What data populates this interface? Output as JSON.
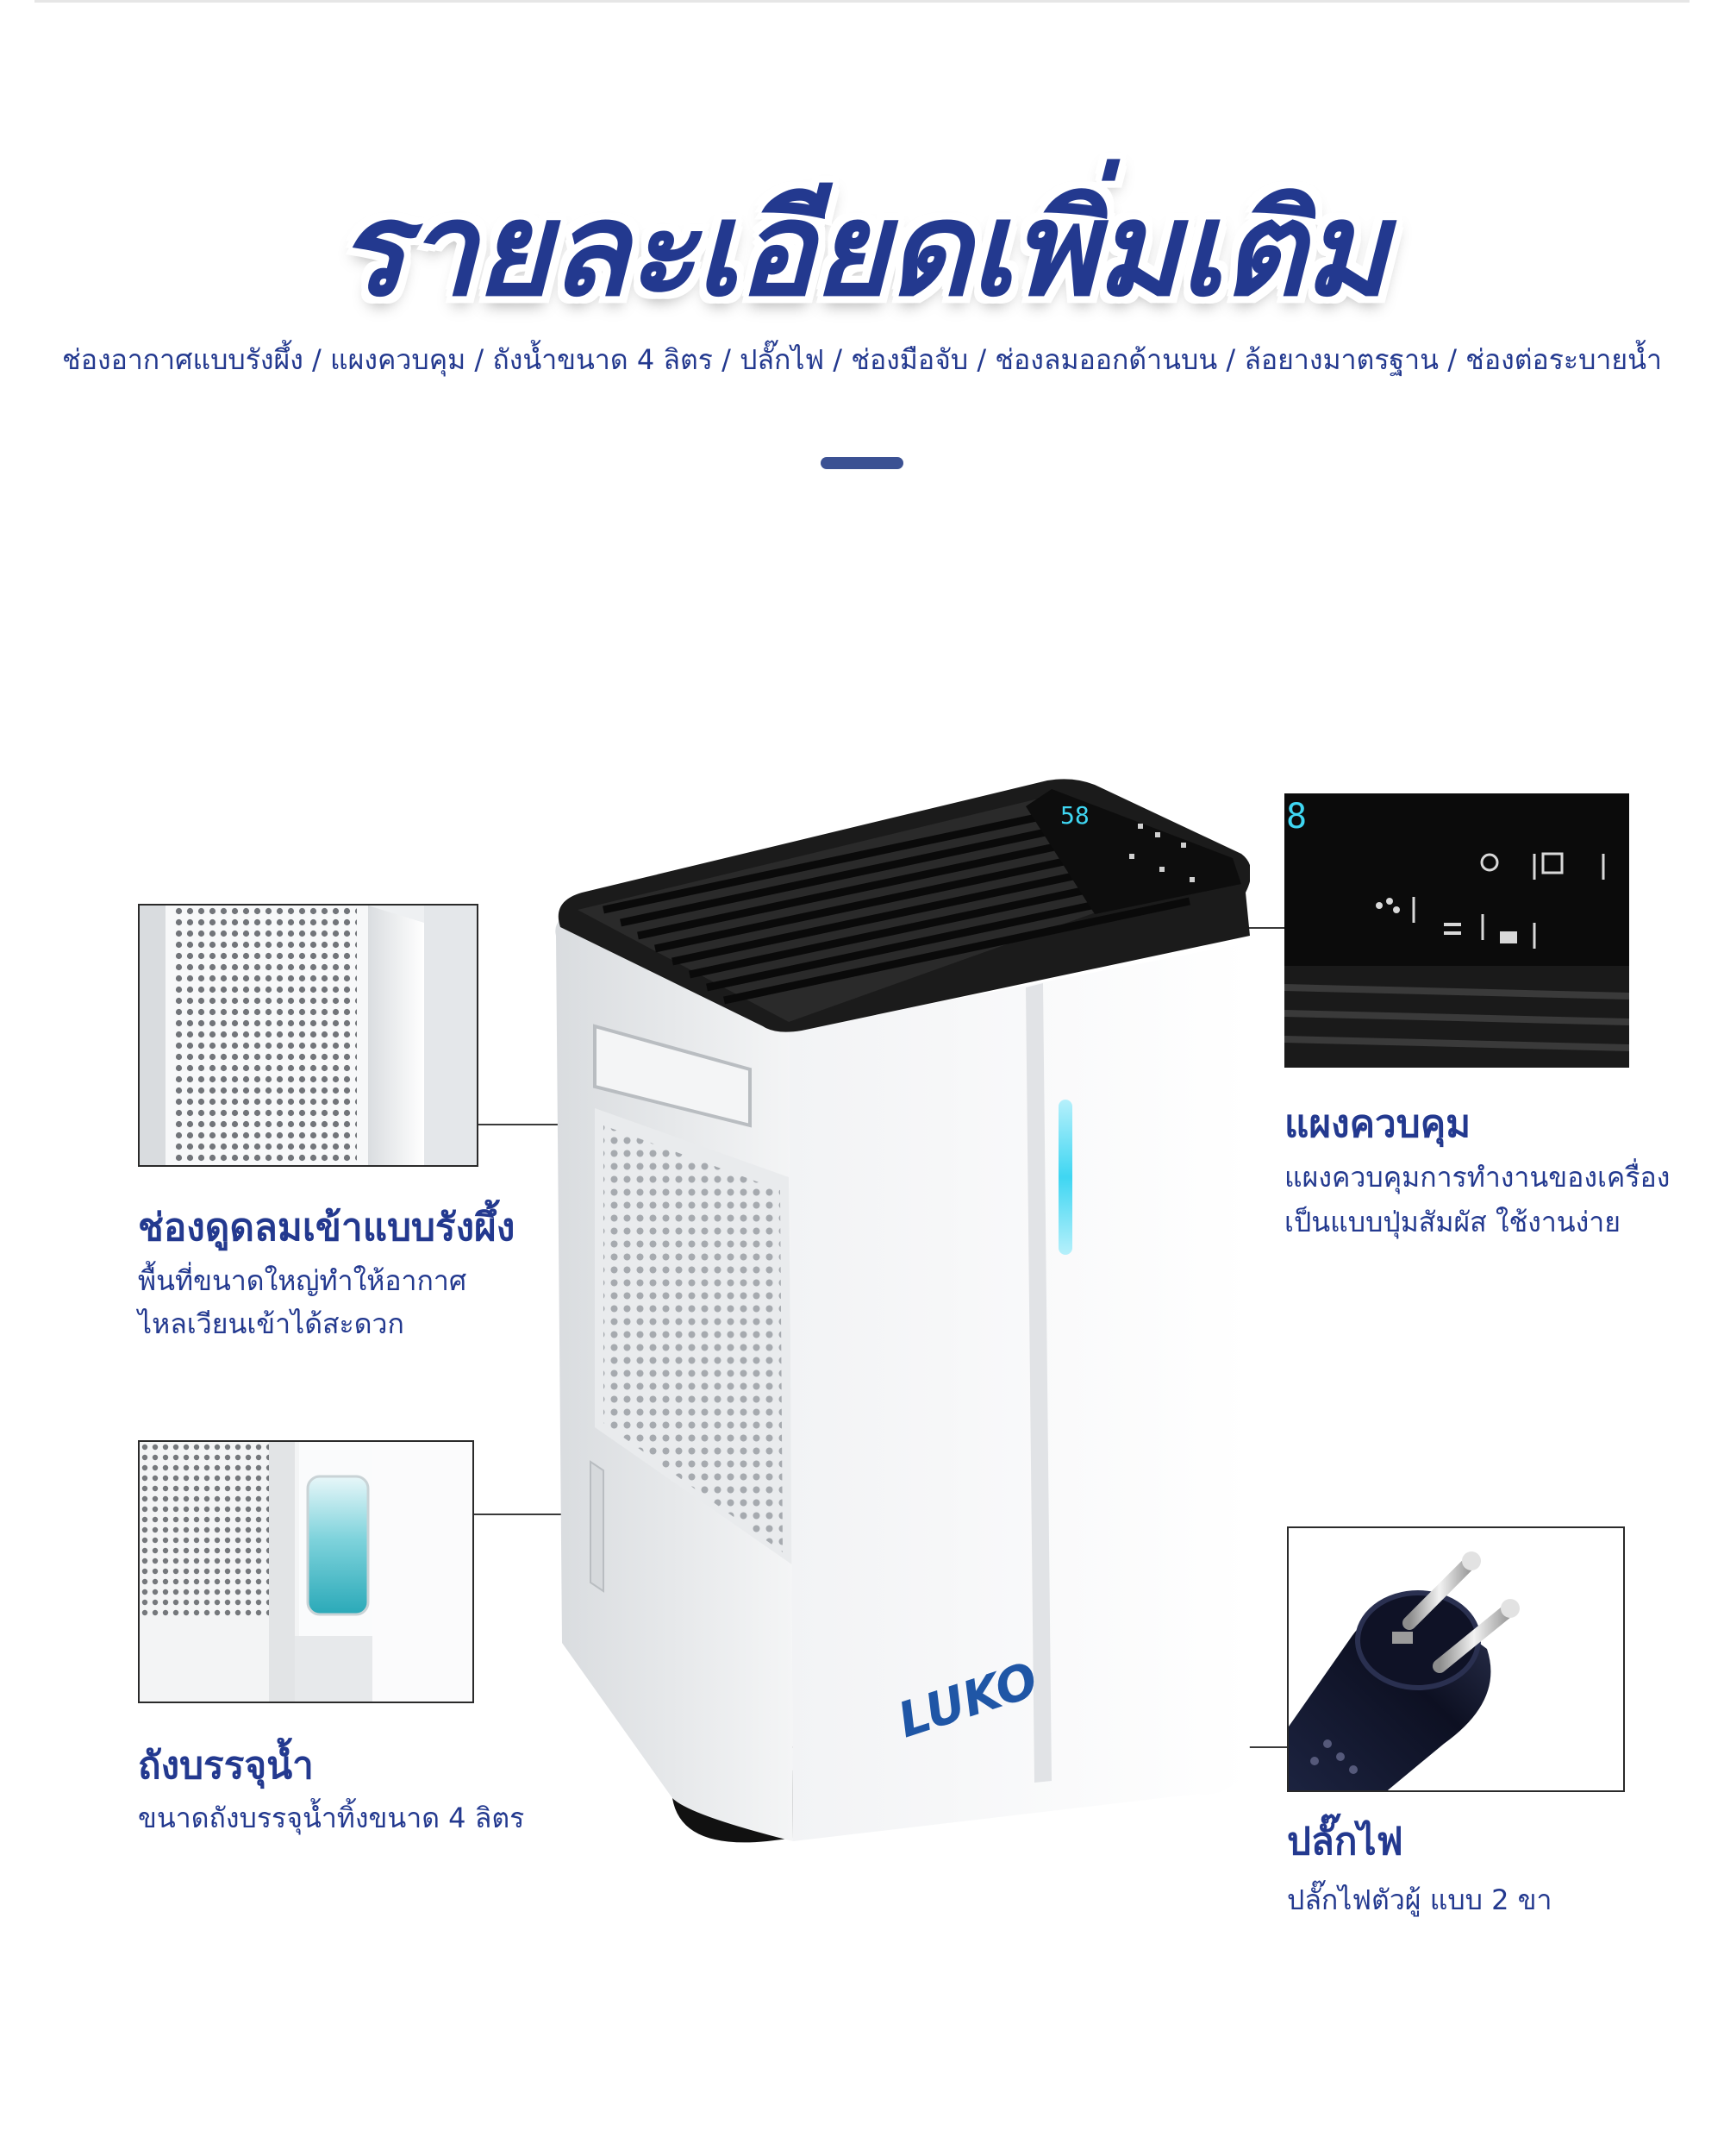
{
  "heading": {
    "title": "รายละเอียดเพิ่มเติม",
    "subtitle": "ช่องอากาศแบบรังผึ้ง / แผงควบคุม / ถังน้ำขนาด 4 ลิตร / ปลั๊กไฟ / ช่องมือจับ / ช่องลมออกด้านบน / ล้อยางมาตรฐาน / ช่องต่อระบายน้ำ"
  },
  "product": {
    "brand": "LUKO",
    "display_value": "58"
  },
  "features": {
    "air_intake": {
      "title": "ช่องดูดลมเข้าแบบรังผึ้ง",
      "line1": "พื้นที่ขนาดใหญ่ทำให้อากาศ",
      "line2": "ไหลเวียนเข้าได้สะดวก"
    },
    "water_tank": {
      "title": "ถังบรรจุน้ำ",
      "line1": "ขนาดถังบรรจุน้ำทิ้งขนาด 4 ลิตร"
    },
    "control_panel": {
      "title": "แผงควบคุม",
      "line1": "แผงควบคุมการทำงานของเครื่อง",
      "line2": "เป็นแบบปุ่มสัมผัส ใช้งานง่าย"
    },
    "plug": {
      "title": "ปลั๊กไฟ",
      "line1": "ปลั๊กไฟตัวผู้ แบบ 2 ขา"
    }
  },
  "colors": {
    "brand_blue": "#23398f",
    "accent_cyan": "#3fd6f2",
    "panel_black": "#111111"
  }
}
